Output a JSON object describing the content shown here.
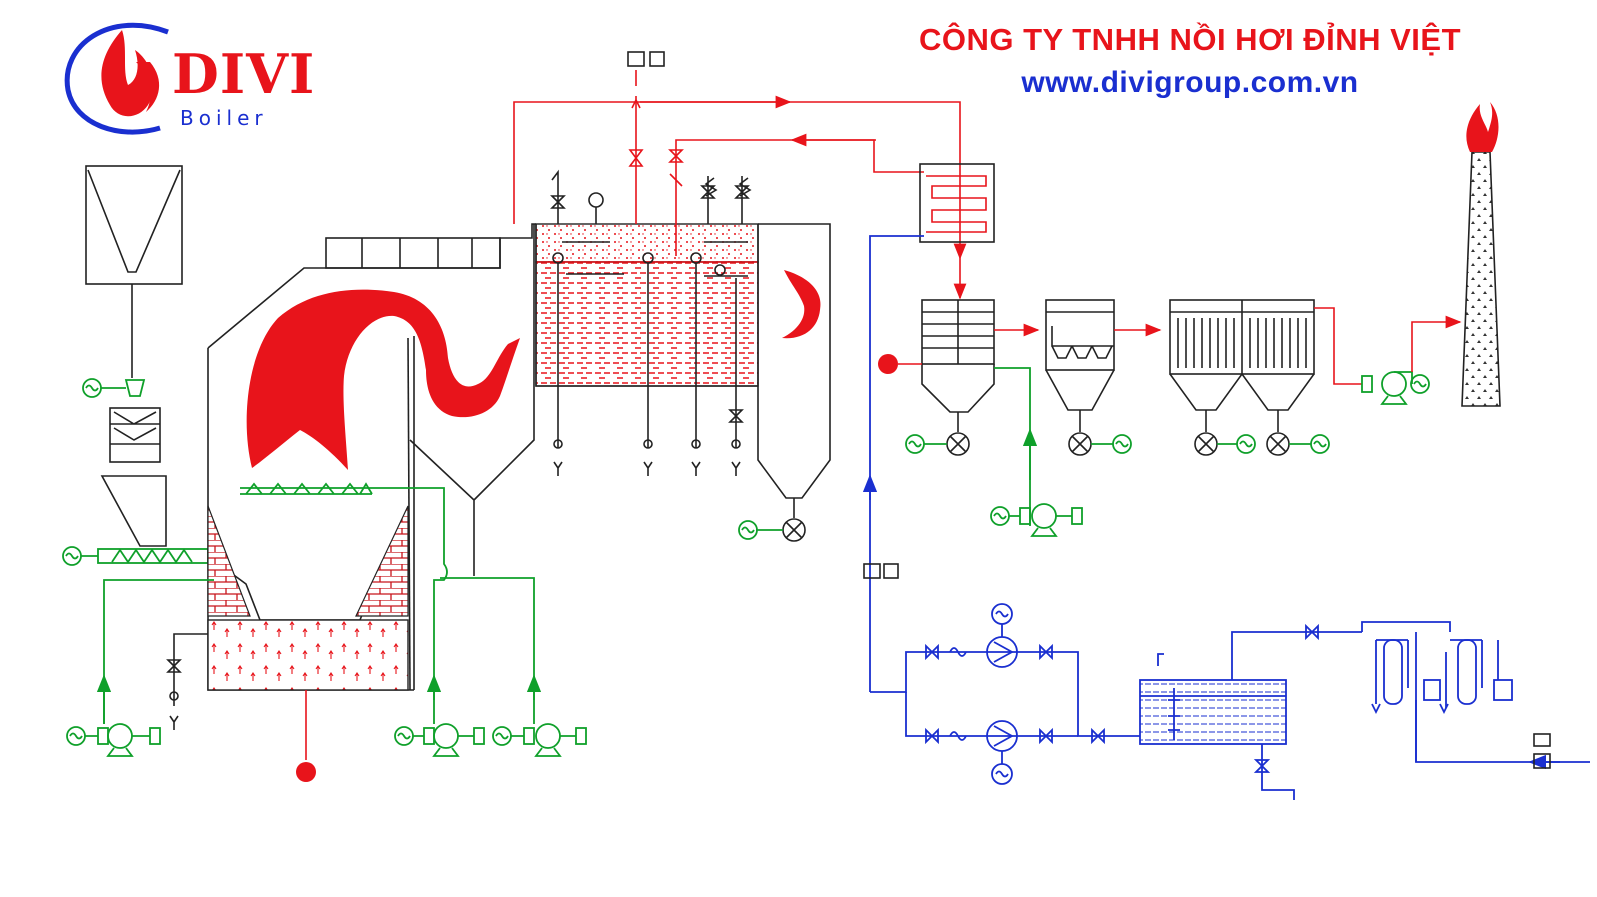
{
  "header": {
    "company_name": "CÔNG TY TNHH NỒI HƠI ĐỈNH VIỆT",
    "website": "www.divigroup.com.vn"
  },
  "logo": {
    "brand": "DIVI",
    "subtitle": "Boiler"
  },
  "colors": {
    "flue_gas": "#e8141b",
    "air_line": "#0fa02a",
    "water_line": "#1a2fd0",
    "equipment_outline": "#222222",
    "brand_red": "#e8141b",
    "brand_blue": "#1a2fd0"
  },
  "icons": [
    "fuel-hopper-icon",
    "screw-feeder-icon",
    "fan-icon",
    "motor-icon",
    "rotary-valve-icon",
    "valve-icon",
    "pump-icon",
    "chimney-icon",
    "flame-icon",
    "cyclone-icon",
    "bag-filter-icon",
    "water-tank-icon",
    "softener-icon",
    "pressure-gauge-icon",
    "safety-valve-icon"
  ]
}
